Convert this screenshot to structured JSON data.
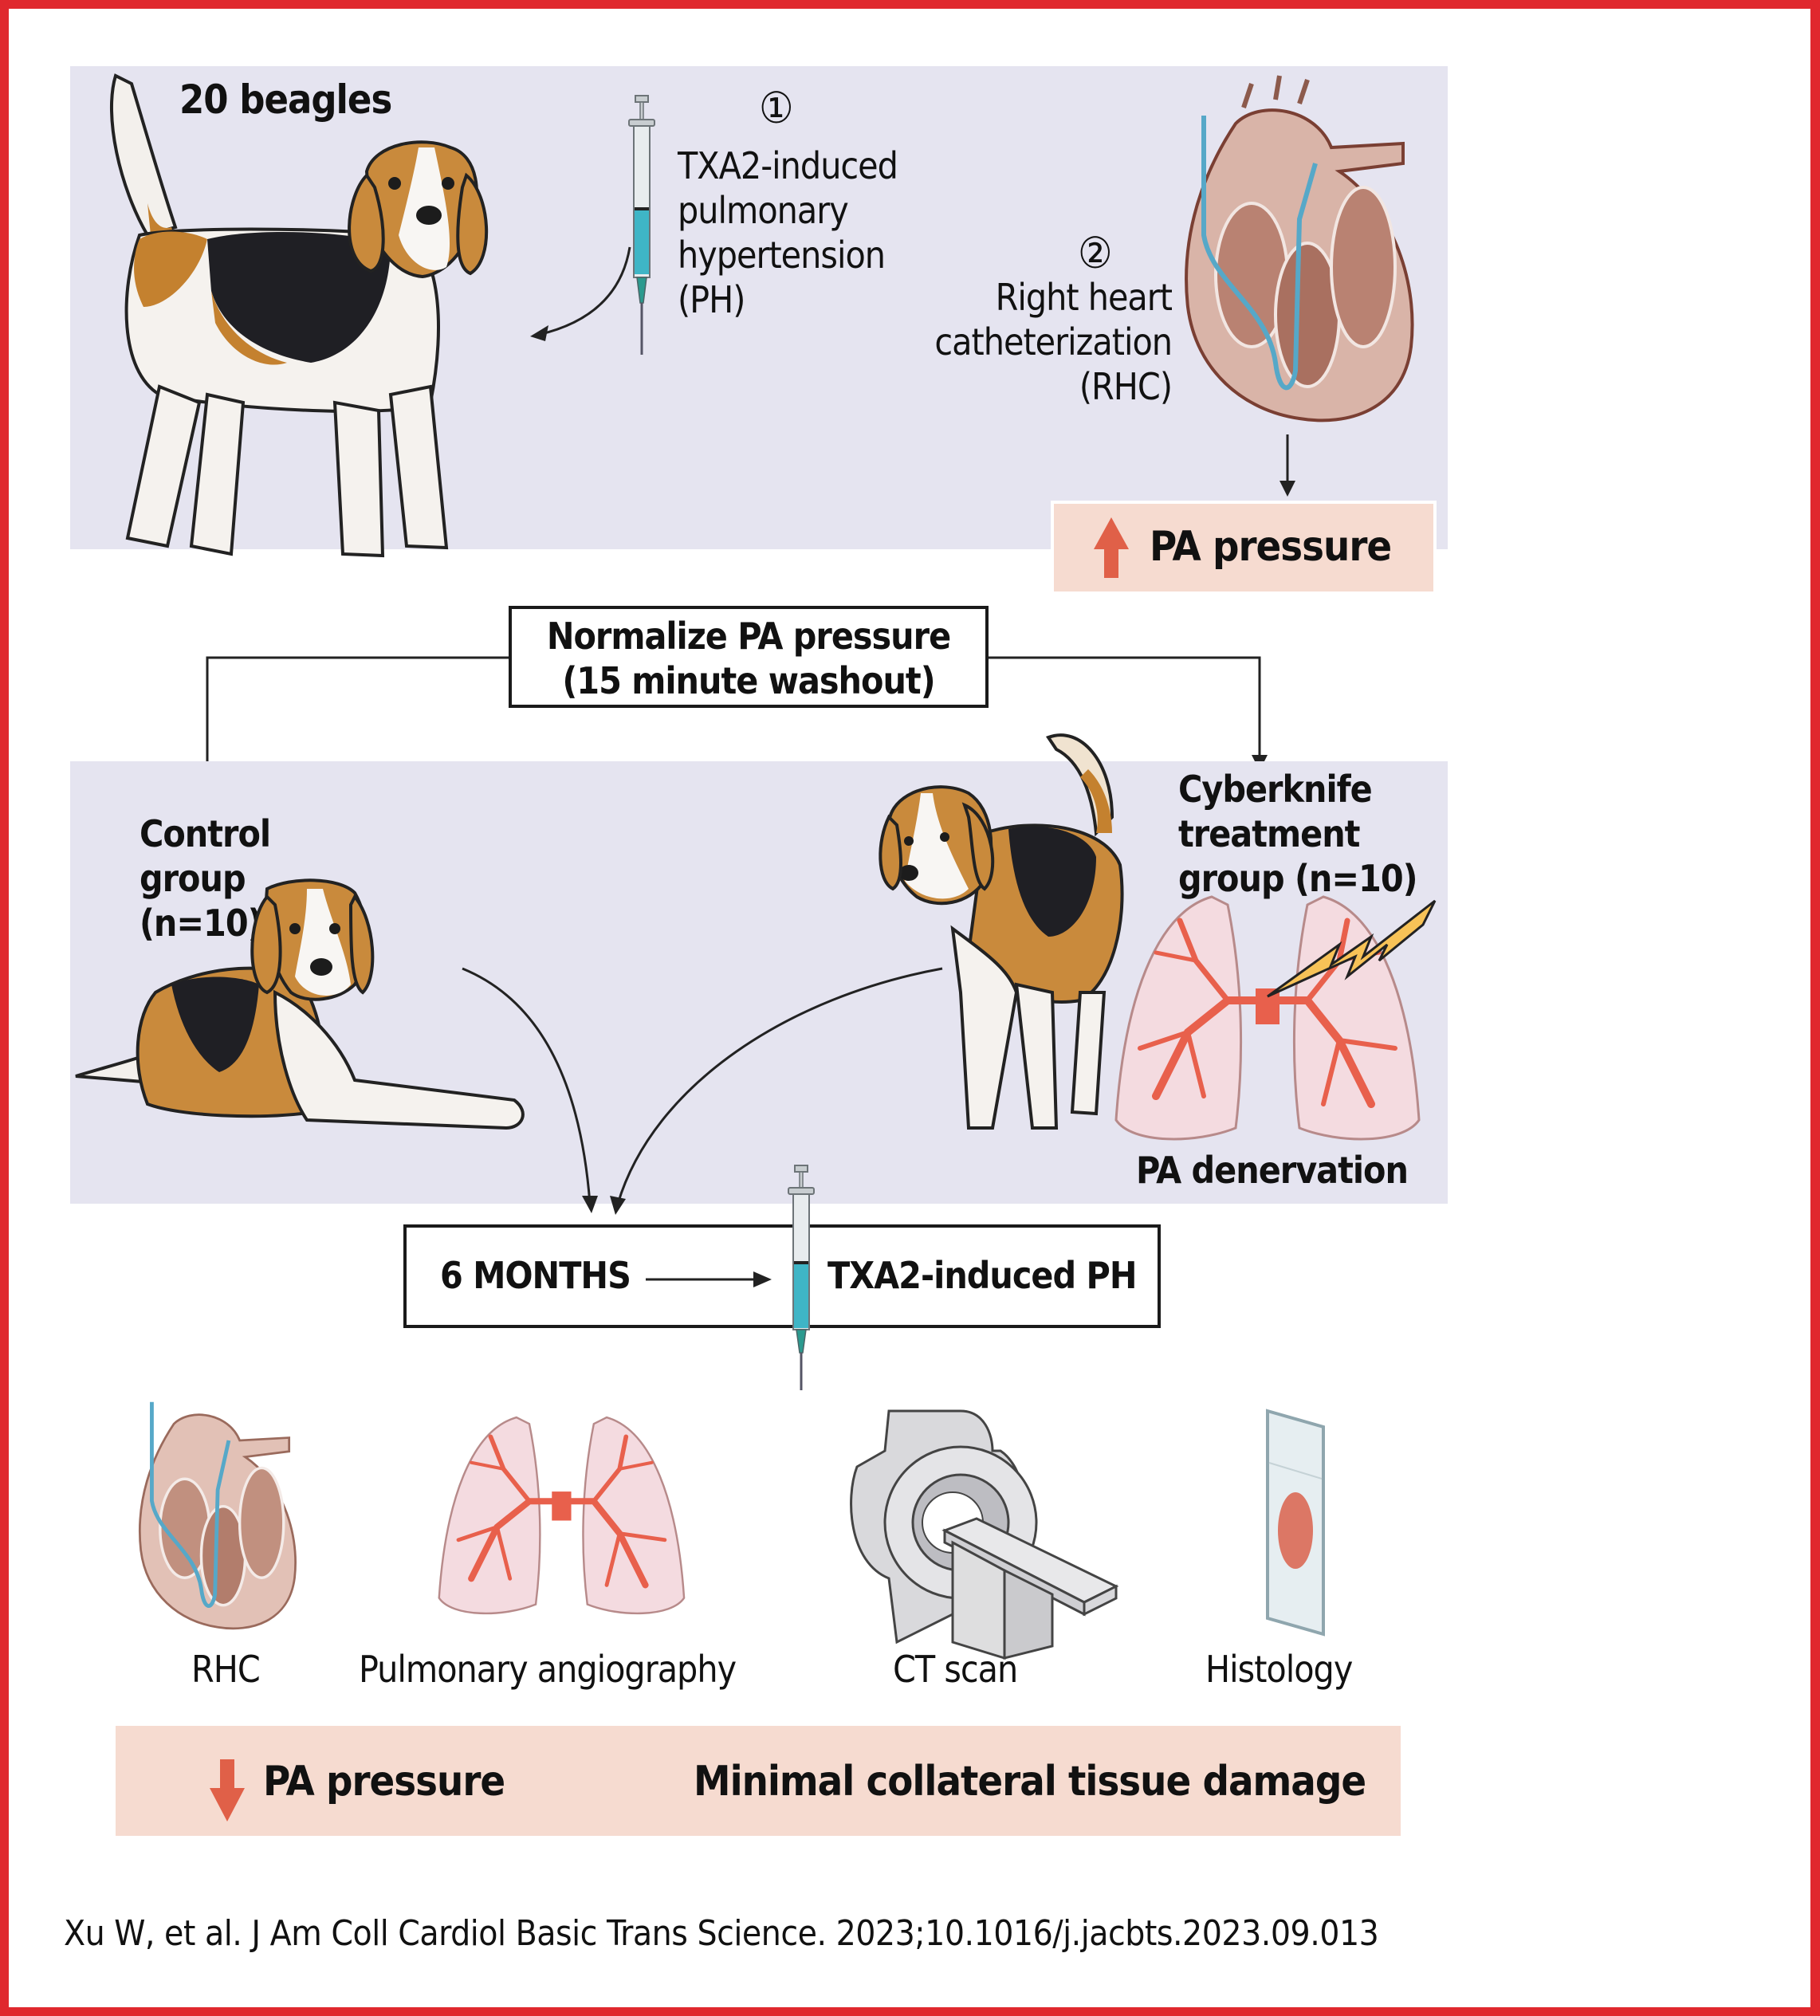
{
  "figure": {
    "top_section": {
      "subjects_label": "20 beagles",
      "step1": {
        "number": "①",
        "label_lines": [
          "TXA2-induced",
          "pulmonary",
          "hypertension",
          "(PH)"
        ]
      },
      "step2": {
        "number": "②",
        "label_lines": [
          "Right heart",
          "catheterization",
          "(RHC)"
        ]
      },
      "result": {
        "arrow": "up",
        "label": "PA pressure"
      }
    },
    "washout_box": {
      "lines": [
        "Normalize PA pressure",
        "(15 minute washout)"
      ]
    },
    "groups": {
      "control": {
        "label_lines": [
          "Control",
          "group",
          "(n=10)"
        ]
      },
      "treatment": {
        "label_lines": [
          "Cyberknife",
          "treatment",
          "group (n=10)"
        ],
        "procedure_label": "PA denervation"
      }
    },
    "followup_box": {
      "left_label": "6 MONTHS",
      "right_label": "TXA2-induced PH"
    },
    "assessments": [
      {
        "icon": "heart-catheter-icon",
        "label": "RHC"
      },
      {
        "icon": "lungs-icon",
        "label": "Pulmonary angiography"
      },
      {
        "icon": "ct-scanner-icon",
        "label": "CT scan"
      },
      {
        "icon": "microscope-slide-icon",
        "label": "Histology"
      }
    ],
    "outcomes": {
      "pressure": {
        "arrow": "down",
        "label": "PA pressure"
      },
      "damage": {
        "label": "Minimal collateral tissue damage"
      }
    },
    "citation": "Xu W, et al. J Am Coll Cardiol Basic Trans Science. 2023;10.1016/j.jacbts.2023.09.013"
  },
  "colors": {
    "frame_border": "#e0282e",
    "panel_bg": "#e5e4f0",
    "result_box_bg": "#f6dbd0",
    "arrow_red": "#e06048",
    "vessel_red": "#e8604c",
    "syringe_fluid": "#3fb5c6",
    "lightning": "#f7c257"
  }
}
